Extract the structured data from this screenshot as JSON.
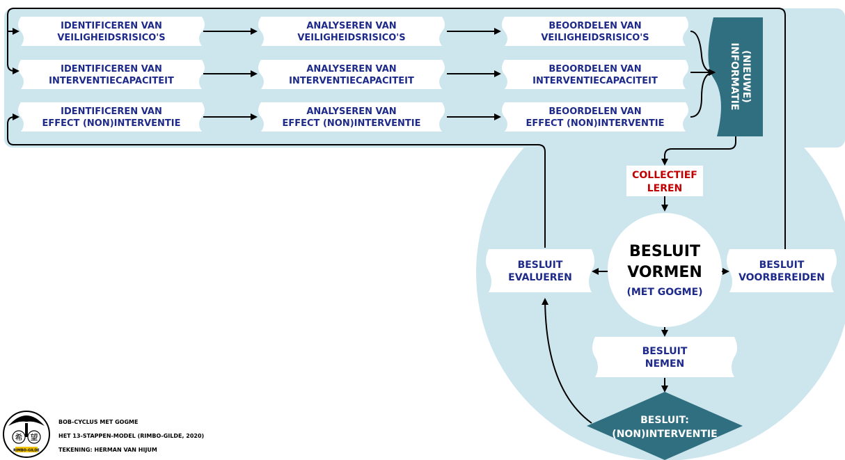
{
  "rows": [
    [
      "IDENTIFICEREN VAN|VEILIGHEIDSRISICO'S",
      "ANALYSEREN VAN|VEILIGHEIDSRISICO'S",
      "BEOORDELEN VAN|VEILIGHEIDSRISICO'S"
    ],
    [
      "IDENTIFICEREN VAN|INTERVENTIECAPACITEIT",
      "ANALYSEREN VAN|INTERVENTIECAPACITEIT",
      "BEOORDELEN VAN|INTERVENTIECAPACITEIT"
    ],
    [
      "IDENTIFICEREN VAN|EFFECT (NON)INTERVENTIE",
      "ANALYSEREN VAN|EFFECT (NON)INTERVENTIE",
      "BEOORDELEN VAN|EFFECT (NON)INTERVENTIE"
    ]
  ],
  "info_tab": "(NIEUWE)|INFORMATIE",
  "collectief": "COLLECTIEF|LEREN",
  "center": {
    "line1": "BESLUIT",
    "line2": "VORMEN",
    "line3": "(MET GOGME)"
  },
  "evalueren": "BESLUIT|EVALUEREN",
  "voorbereiden": "BESLUIT|VOORBEREIDEN",
  "nemen": "BESLUIT|NEMEN",
  "diamond": "BESLUIT:|(NON)INTERVENTIE",
  "credits": {
    "line1": "BOB-CYCLUS MET GOGME",
    "line2": "HET 13-STAPPEN-MODEL (RIMBO-GILDE, 2020)",
    "line3": "TEKENING: HERMAN VAN HIJUM"
  },
  "logo_text": [
    "希",
    "望",
    "RIMBO-GILDE"
  ],
  "colors": {
    "light_blue": "#cde6ee",
    "teal": "#2f6f80",
    "navy": "#1e2a8a",
    "red": "#c00000"
  }
}
